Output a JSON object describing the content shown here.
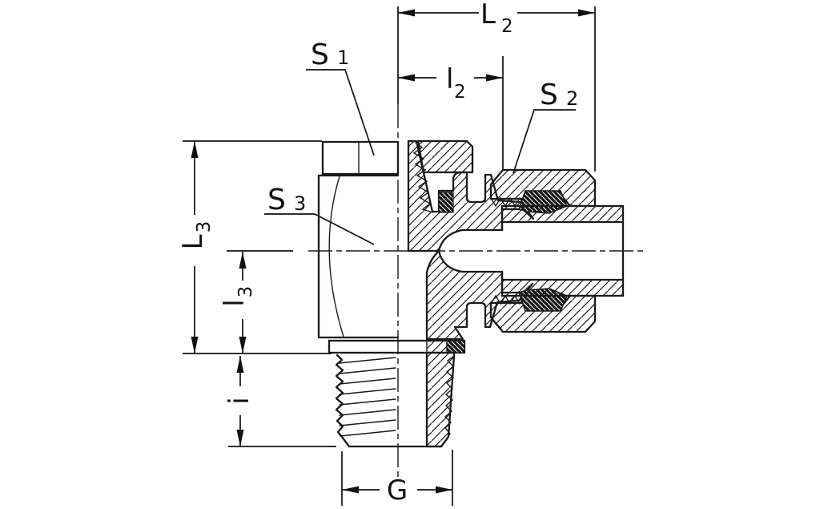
{
  "drawing": {
    "type": "sectioned technical drawing of an adjustable elbow compression tube fitting",
    "background": "#ffffff",
    "line_color": "#1a1a1a"
  },
  "dimensions": {
    "L2": {
      "main": "L",
      "sub": "2"
    },
    "l2": {
      "main": "l",
      "sub": "2"
    },
    "L3": {
      "main": "L",
      "sub": "3"
    },
    "l3": {
      "main": "l",
      "sub": "3"
    },
    "i": {
      "main": "i"
    },
    "G": {
      "main": "G"
    }
  },
  "callouts": {
    "S1": {
      "main": "S",
      "sub": "1"
    },
    "S2": {
      "main": "S",
      "sub": "2"
    },
    "S3": {
      "main": "S",
      "sub": "3"
    }
  }
}
